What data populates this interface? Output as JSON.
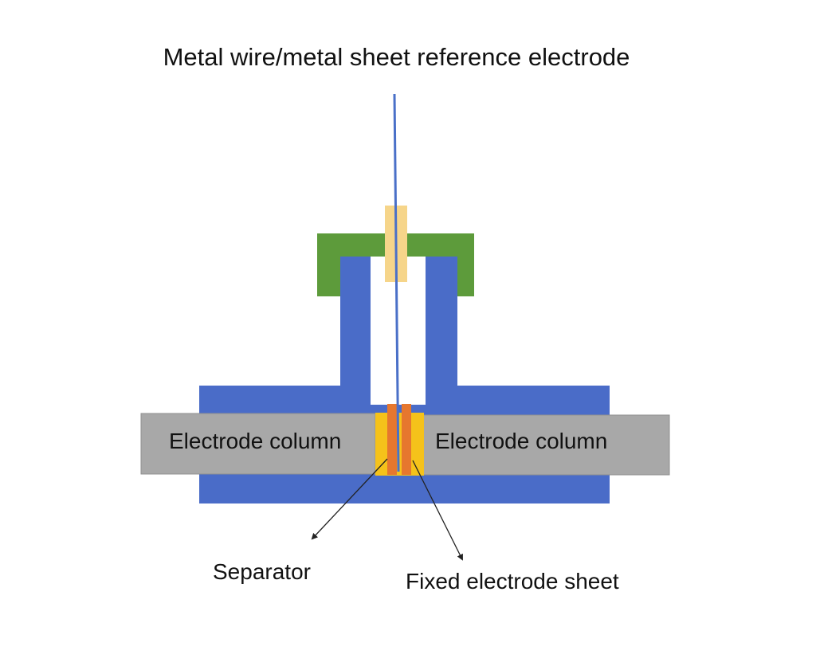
{
  "title": "Metal wire/metal sheet reference electrode",
  "labels": {
    "electrode_column_left": "Electrode column",
    "electrode_column_right": "Electrode column",
    "separator": "Separator",
    "fixed_electrode_sheet": "Fixed electrode sheet"
  },
  "colors": {
    "cell_body": "#4a6cc8",
    "cap": "#5d9b3b",
    "cap_insert": "#f6d58a",
    "electrode_column": "#a8a8a8",
    "separator": "#f5c21a",
    "electrode_sheet": "#e6772e",
    "reference_wire": "#4a70c8",
    "arrow": "#222222"
  }
}
